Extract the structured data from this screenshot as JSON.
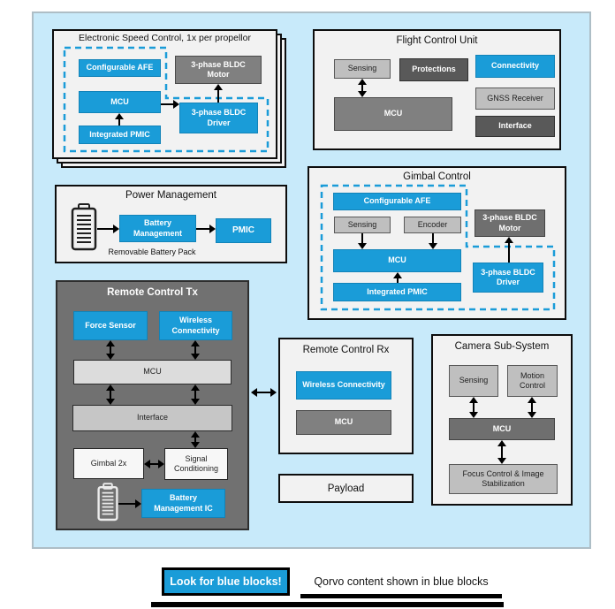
{
  "colors": {
    "qorvo_blue": "#1a9cd8",
    "panel_background": "#c8eafa",
    "dark_gray_block": "#595959",
    "mid_gray_block": "#808080",
    "light_gray_block": "#bfbfbf",
    "remote_tx_background": "#717171"
  },
  "esc": {
    "title": "Electronic Speed Control, 1x per propellor",
    "afe": "Configurable AFE",
    "mcu": "MCU",
    "pmic": "Integrated PMIC",
    "motor": "3-phase BLDC Motor",
    "driver": "3-phase BLDC Driver"
  },
  "fcu": {
    "title": "Flight Control Unit",
    "sensing": "Sensing",
    "protections": "Protections",
    "connectivity": "Connectivity",
    "gnss": "GNSS Receiver",
    "interface": "Interface",
    "mcu": "MCU"
  },
  "gimbal": {
    "title": "Gimbal Control",
    "afe": "Configurable AFE",
    "sensing": "Sensing",
    "encoder": "Encoder",
    "mcu": "MCU",
    "pmic": "Integrated PMIC",
    "motor": "3-phase BLDC Motor",
    "driver": "3-phase BLDC Driver"
  },
  "power": {
    "title": "Power Management",
    "battery_management": "Battery Management",
    "pmic": "PMIC",
    "caption": "Removable Battery Pack",
    "battery_icon": "battery-icon"
  },
  "rct": {
    "title": "Remote Control Tx",
    "force_sensor": "Force Sensor",
    "wireless": "Wireless Connectivity",
    "mcu": "MCU",
    "interface": "Interface",
    "gimbal2x": "Gimbal 2x",
    "signal": "Signal Conditioning",
    "bmic": "Battery Management IC",
    "battery_icon": "battery-icon"
  },
  "rcrx": {
    "title": "Remote Control Rx",
    "wireless": "Wireless Connectivity",
    "mcu": "MCU"
  },
  "payload": {
    "title": "Payload"
  },
  "camera": {
    "title": "Camera Sub-System",
    "sensing": "Sensing",
    "motion": "Motion Control",
    "mcu": "MCU",
    "focus": "Focus Control & Image Stabilization"
  },
  "legend": {
    "badge": "Look for blue blocks!",
    "note": "Qorvo content shown in blue blocks"
  }
}
